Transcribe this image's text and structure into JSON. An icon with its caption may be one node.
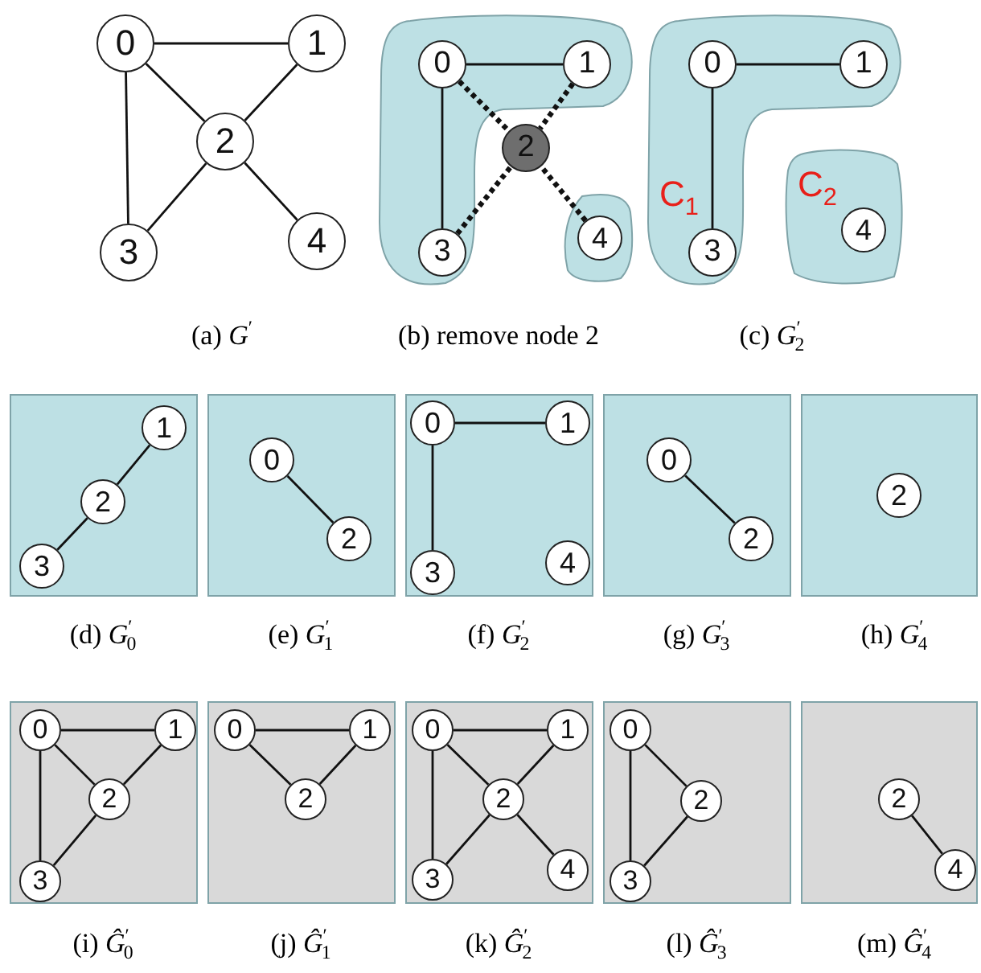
{
  "diagram": {
    "nodes": [
      {
        "text": [
          "0"
        ]
      },
      {
        "text": [
          "1"
        ]
      },
      {
        "text": [
          "2"
        ]
      },
      {
        "text": [
          "3"
        ]
      },
      {
        "text": [
          "4"
        ]
      },
      {
        "text": [],
        "shape": "blob"
      },
      {
        "text": [
          "0"
        ],
        "in": 5
      },
      {
        "text": [
          "1"
        ],
        "in": 5
      },
      {
        "text": [
          "3"
        ],
        "in": 5
      },
      {
        "text": [],
        "shape": "blob"
      },
      {
        "text": [
          "4"
        ],
        "in": 9
      },
      {
        "text": [
          "2"
        ]
      },
      {
        "text": [
          "C$_{1}$"
        ]
      },
      {
        "text": [
          "0"
        ],
        "in": 12
      },
      {
        "text": [
          "1"
        ],
        "in": 12
      },
      {
        "text": [
          "3"
        ],
        "in": 12
      },
      {
        "text": [
          "C$_{2}$"
        ]
      },
      {
        "text": [
          "4"
        ],
        "in": 16
      },
      {
        "text": [],
        "shape": "box"
      },
      {
        "text": [
          "1"
        ],
        "in": 18
      },
      {
        "text": [
          "2"
        ],
        "in": 18
      },
      {
        "text": [
          "3"
        ],
        "in": 18
      },
      {
        "text": [],
        "shape": "box"
      },
      {
        "text": [
          "0"
        ],
        "in": 22
      },
      {
        "text": [
          "2"
        ],
        "in": 22
      },
      {
        "text": [],
        "shape": "box"
      },
      {
        "text": [
          "0"
        ],
        "in": 25
      },
      {
        "text": [
          "1"
        ],
        "in": 25
      },
      {
        "text": [
          "3"
        ],
        "in": 25
      },
      {
        "text": [
          "4"
        ],
        "in": 25
      },
      {
        "text": [],
        "shape": "box"
      },
      {
        "text": [
          "0"
        ],
        "in": 30
      },
      {
        "text": [
          "2"
        ],
        "in": 30
      },
      {
        "text": [],
        "shape": "box"
      },
      {
        "text": [
          "2"
        ],
        "in": 33
      },
      {
        "text": [],
        "shape": "box"
      },
      {
        "text": [
          "0"
        ],
        "in": 35
      },
      {
        "text": [
          "1"
        ],
        "in": 35
      },
      {
        "text": [
          "2"
        ],
        "in": 35
      },
      {
        "text": [
          "3"
        ],
        "in": 35
      },
      {
        "text": [],
        "shape": "box"
      },
      {
        "text": [
          "0"
        ],
        "in": 40
      },
      {
        "text": [
          "1"
        ],
        "in": 40
      },
      {
        "text": [
          "2"
        ],
        "in": 40
      },
      {
        "text": [],
        "shape": "box"
      },
      {
        "text": [
          "0"
        ],
        "in": 44
      },
      {
        "text": [
          "1"
        ],
        "in": 44
      },
      {
        "text": [
          "2"
        ],
        "in": 44
      },
      {
        "text": [
          "3"
        ],
        "in": 44
      },
      {
        "text": [
          "4"
        ],
        "in": 44
      },
      {
        "text": [],
        "shape": "box"
      },
      {
        "text": [
          "0"
        ],
        "in": 50
      },
      {
        "text": [
          "2"
        ],
        "in": 50
      },
      {
        "text": [
          "3"
        ],
        "in": 50
      },
      {
        "text": [],
        "shape": "box"
      },
      {
        "text": [
          "2"
        ],
        "in": 54
      },
      {
        "text": [
          "4"
        ],
        "in": 54
      }
    ],
    "edges": [
      {
        "from": 0,
        "to": 1,
        "arrow": "none"
      },
      {
        "from": 0,
        "to": 2,
        "arrow": "none"
      },
      {
        "from": 0,
        "to": 3,
        "arrow": "none"
      },
      {
        "from": 1,
        "to": 2,
        "arrow": "none"
      },
      {
        "from": 2,
        "to": 3,
        "arrow": "none"
      },
      {
        "from": 2,
        "to": 4,
        "arrow": "none"
      },
      {
        "from": 6,
        "to": 7,
        "arrow": "none"
      },
      {
        "from": 6,
        "to": 8,
        "arrow": "none"
      },
      {
        "from": 6,
        "to": 11,
        "arrow": "none",
        "style": "dashed"
      },
      {
        "from": 7,
        "to": 11,
        "arrow": "none",
        "style": "dashed"
      },
      {
        "from": 8,
        "to": 11,
        "arrow": "none",
        "style": "dashed"
      },
      {
        "from": 10,
        "to": 11,
        "arrow": "none",
        "style": "dashed"
      },
      {
        "from": 13,
        "to": 14,
        "arrow": "none"
      },
      {
        "from": 13,
        "to": 15,
        "arrow": "none"
      },
      {
        "from": 19,
        "to": 20,
        "arrow": "none"
      },
      {
        "from": 20,
        "to": 21,
        "arrow": "none"
      },
      {
        "from": 23,
        "to": 24,
        "arrow": "none"
      },
      {
        "from": 26,
        "to": 27,
        "arrow": "none"
      },
      {
        "from": 26,
        "to": 28,
        "arrow": "none"
      },
      {
        "from": 31,
        "to": 32,
        "arrow": "none"
      },
      {
        "from": 36,
        "to": 37,
        "arrow": "none"
      },
      {
        "from": 36,
        "to": 38,
        "arrow": "none"
      },
      {
        "from": 36,
        "to": 39,
        "arrow": "none"
      },
      {
        "from": 37,
        "to": 38,
        "arrow": "none"
      },
      {
        "from": 38,
        "to": 39,
        "arrow": "none"
      },
      {
        "from": 41,
        "to": 42,
        "arrow": "none"
      },
      {
        "from": 41,
        "to": 43,
        "arrow": "none"
      },
      {
        "from": 42,
        "to": 43,
        "arrow": "none"
      },
      {
        "from": 45,
        "to": 46,
        "arrow": "none"
      },
      {
        "from": 45,
        "to": 47,
        "arrow": "none"
      },
      {
        "from": 45,
        "to": 48,
        "arrow": "none"
      },
      {
        "from": 46,
        "to": 47,
        "arrow": "none"
      },
      {
        "from": 47,
        "to": 48,
        "arrow": "none"
      },
      {
        "from": 47,
        "to": 49,
        "arrow": "none"
      },
      {
        "from": 51,
        "to": 52,
        "arrow": "none"
      },
      {
        "from": 51,
        "to": 53,
        "arrow": "none"
      },
      {
        "from": 52,
        "to": 53,
        "arrow": "none"
      },
      {
        "from": 55,
        "to": 56,
        "arrow": "none"
      }
    ],
    "labels": [
      "(a) *G*$^{′}$",
      "(b) remove node 2",
      "(c) *G*$^{′}$$_{2}$",
      "(d) *G*$^{′}$$_{0}$",
      "(e) *G*$^{′}$$_{1}$",
      "(f) *G*$^{′}$$_{2}$",
      "(g) *G*$^{′}$$_{3}$",
      "(h) *G*$^{′}$$_{4}$",
      "(i) *Ĝ*$^{′}$$_{0}$",
      "(j) *Ĝ*$^{′}$$_{1}$",
      "(k) *Ĝ*$^{′}$$_{2}$",
      "(l) *Ĝ*$^{′}$$_{3}$",
      "(m) *Ĝ*$^{′}$$_{4}$"
    ]
  }
}
